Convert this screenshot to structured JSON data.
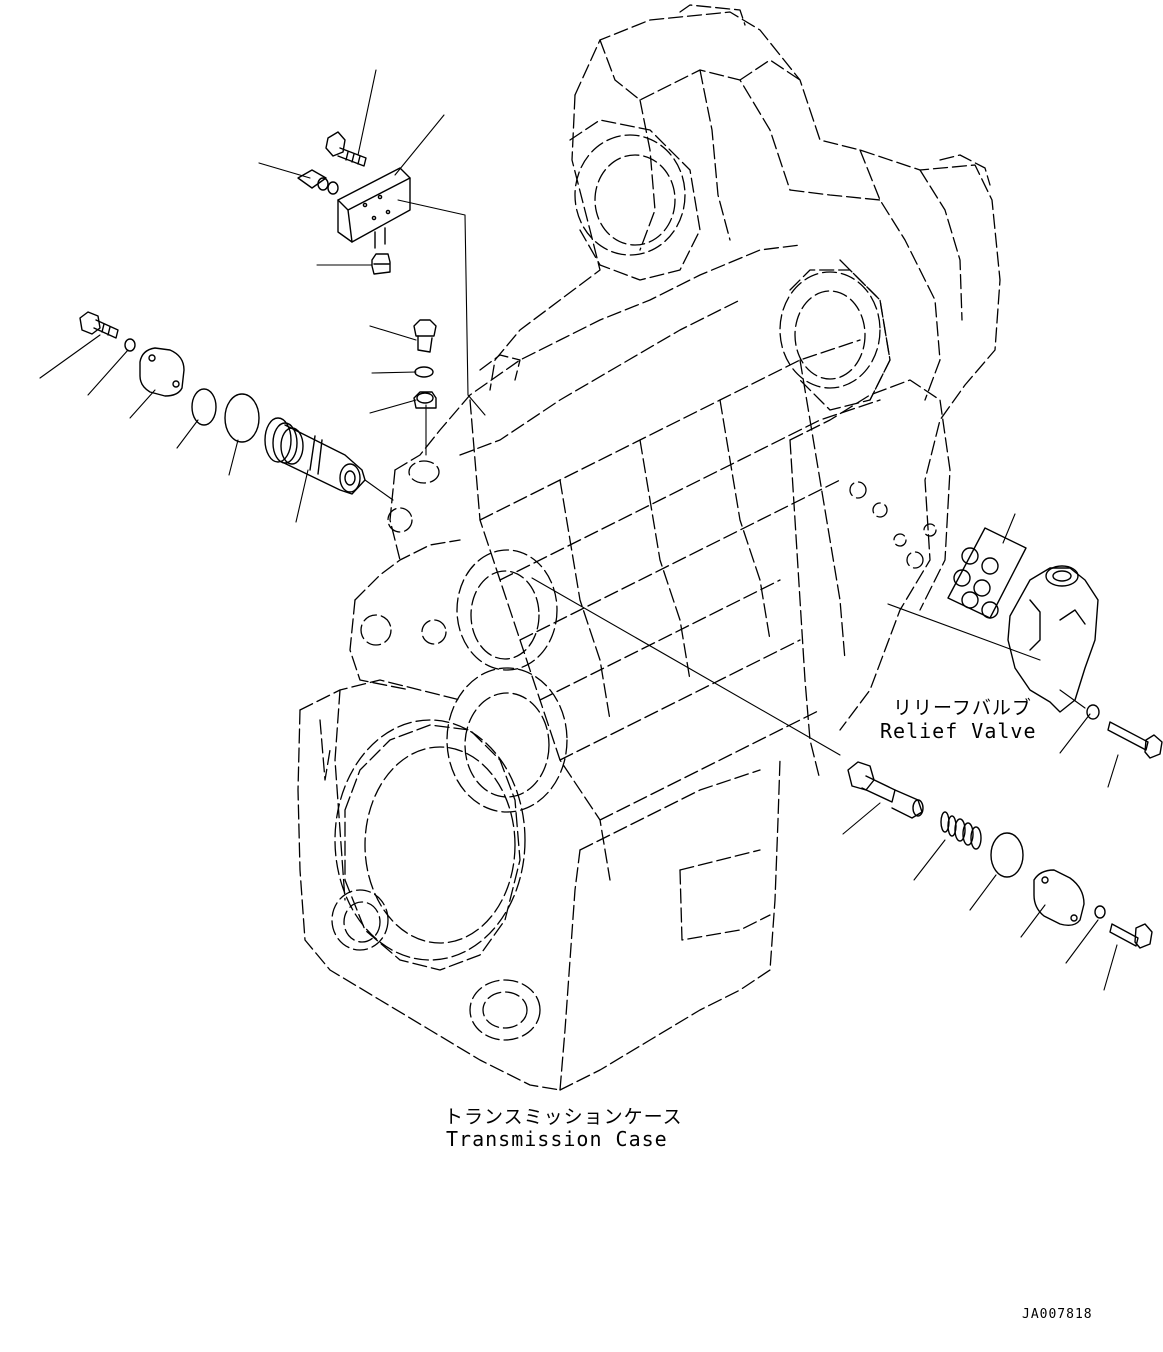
{
  "labels": {
    "relief_valve_jp": "リリーフバルブ",
    "relief_valve_en": "Relief Valve",
    "transmission_case_jp": "トランスミッションケース",
    "transmission_case_en": "Transmission Case",
    "drawing_code": "JA007818"
  },
  "colors": {
    "line": "#000000",
    "background": "#ffffff"
  }
}
